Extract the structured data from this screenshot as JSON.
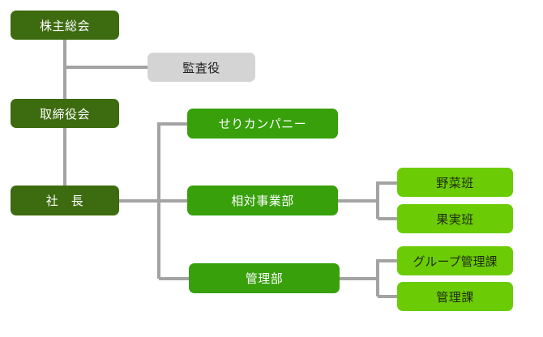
{
  "nodes": {
    "shareholders": "株主総会",
    "auditor": "監査役",
    "board": "取締役会",
    "president": "社　長",
    "seri_company": "せりカンパニー",
    "consignment_dept": "相対事業部",
    "vegetable_team": "野菜班",
    "fruit_team": "果実班",
    "management_dept": "管理部",
    "group_management_section": "グループ管理課",
    "management_section": "管理課"
  },
  "colors": {
    "top_level": "#3d6b0f",
    "department": "#37a00b",
    "section": "#6bcc06",
    "auditor": "#d4d4d4",
    "connector": "#a3a3a3"
  }
}
